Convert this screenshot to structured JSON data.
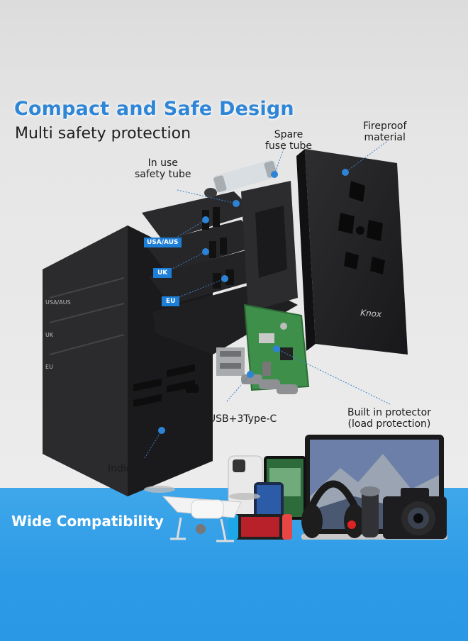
{
  "header": {
    "title": "Compact and Safe Design",
    "subtitle": "Multi safety protection"
  },
  "callouts": {
    "spare_fuse_line1": "Spare",
    "spare_fuse_line2": "fuse tube",
    "fireproof_line1": "Fireproof",
    "fireproof_line2": "material",
    "in_use_line1": "In use",
    "in_use_line2": "safety tube",
    "ports": "2USB+3Type-C",
    "protector_line1": "Built in protector",
    "protector_line2": "(load protection)",
    "indicator": "Indicator light"
  },
  "plug_tags": {
    "usa_aus": "USA/AUS",
    "uk": "UK",
    "eu": "EU"
  },
  "device_side_labels": {
    "usa_aus": "USA/AUS",
    "uk": "UK",
    "eu": "EU"
  },
  "brand": {
    "logo_text": "Knox"
  },
  "banner": {
    "text": "Wide Compatibility"
  },
  "colors": {
    "accent_blue": "#2f86d6",
    "banner_blue": "#2c9ae6",
    "device_black": "#1c1c1e"
  }
}
